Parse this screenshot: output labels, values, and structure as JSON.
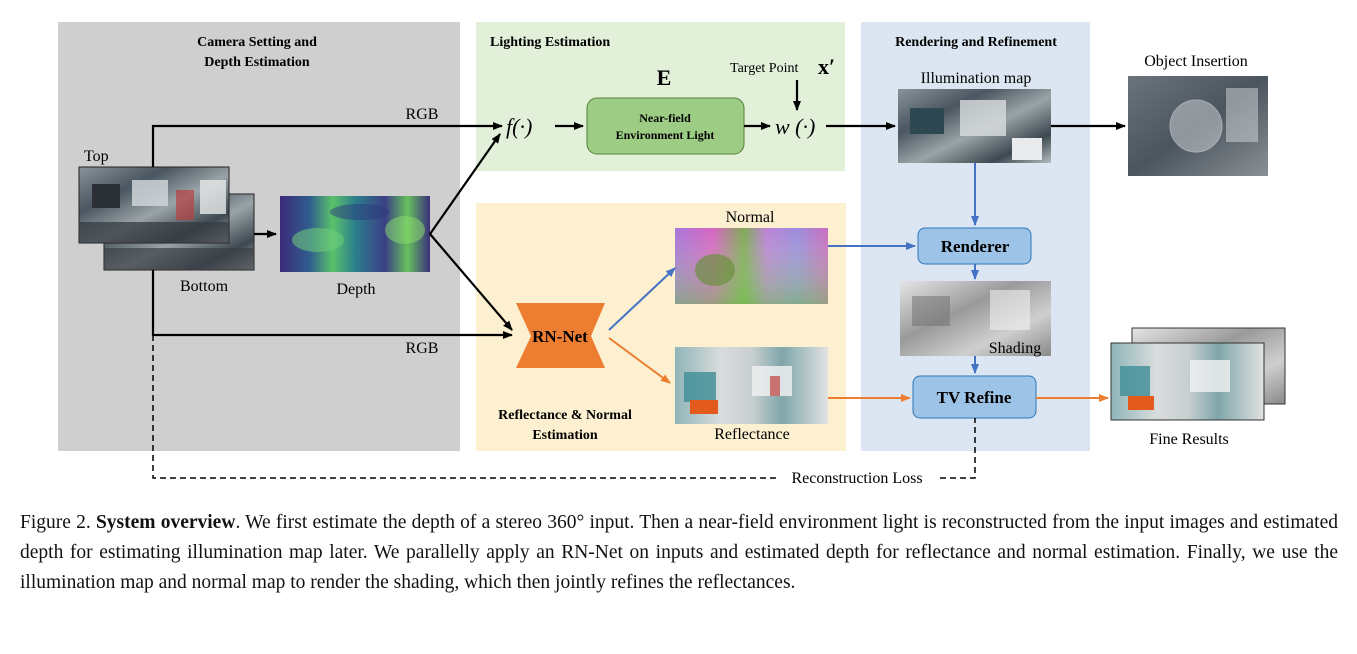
{
  "panels": {
    "camera": {
      "title_line1": "Camera Setting and",
      "title_line2": "Depth Estimation"
    },
    "lighting": {
      "title": "Lighting Estimation"
    },
    "rendering": {
      "title": "Rendering and Refinement"
    },
    "reflectance": {
      "title_line1": "Reflectance & Normal",
      "title_line2": "Estimation"
    }
  },
  "labels": {
    "top": "Top",
    "bottom": "Bottom",
    "depth": "Depth",
    "rgb_upper": "RGB",
    "rgb_lower": "RGB",
    "f_func": "f(·)",
    "w_func": "w (·)",
    "E": "E",
    "target_point": "Target Point",
    "x_prime": "x′",
    "near_field_line1": "Near-field",
    "near_field_line2": "Environment Light",
    "illumination_map": "Illumination map",
    "object_insertion": "Object Insertion",
    "normal": "Normal",
    "rn_net": "RN-Net",
    "renderer": "Renderer",
    "shading": "Shading",
    "tv_refine": "TV Refine",
    "reflectance": "Reflectance",
    "fine_results": "Fine Results",
    "reconstruction_loss": "Reconstruction Loss"
  },
  "caption": {
    "prefix": "Figure 2. ",
    "bold": "System overview",
    "text": ". We first estimate the depth of a stereo 360° input. Then a near-field environment light is reconstructed from the input images and estimated depth for estimating illumination map later. We parallelly apply an RN-Net on inputs and estimated depth for reflectance and normal estimation. Finally, we use the illumination map and normal map to render the shading, which then jointly refines the reflectances."
  },
  "colors": {
    "camera_panel": "#d0cfd0",
    "lighting_panel": "#e2efd9",
    "rendering_panel": "#dce6f2",
    "reflectance_panel": "#fdf0d0",
    "near_field_box": "#9dcd85",
    "rn_net": "#ed7d31",
    "renderer_box": "#9dc3e6",
    "blue_arrow": "#4472c4",
    "orange_arrow": "#ed7d31"
  }
}
